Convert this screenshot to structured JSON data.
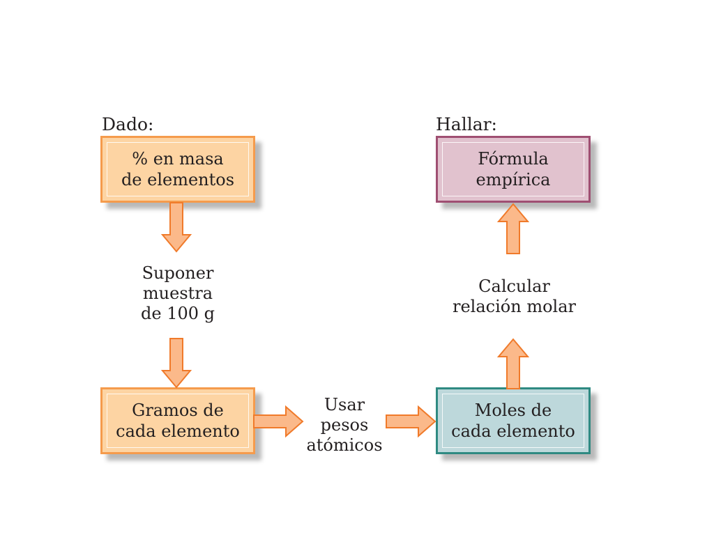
{
  "given_heading": "Dado:",
  "find_heading": "Hallar:",
  "boxes": {
    "mass_percent": [
      "% en masa",
      "de elementos"
    ],
    "empirical_formula": [
      "Fórmula",
      "empírica"
    ],
    "grams": [
      "Gramos de",
      "cada elemento"
    ],
    "moles": [
      "Moles de",
      "cada elemento"
    ]
  },
  "steps": {
    "assume_sample": [
      "Suponer",
      "muestra",
      "de 100 g"
    ],
    "use_atomic_weights": [
      "Usar",
      "pesos",
      "atómicos"
    ],
    "mole_ratio": [
      "Calcular",
      "relación molar"
    ]
  },
  "colors": {
    "orange_fill": "#fdd4a3",
    "orange_border": "#f59b4c",
    "purple_fill": "#e1c2ce",
    "purple_border": "#9f4f72",
    "teal_fill": "#bdd8db",
    "teal_border": "#2f8a82",
    "arrow_fill": "#fbb98a",
    "arrow_outline": "#f07a2a"
  }
}
